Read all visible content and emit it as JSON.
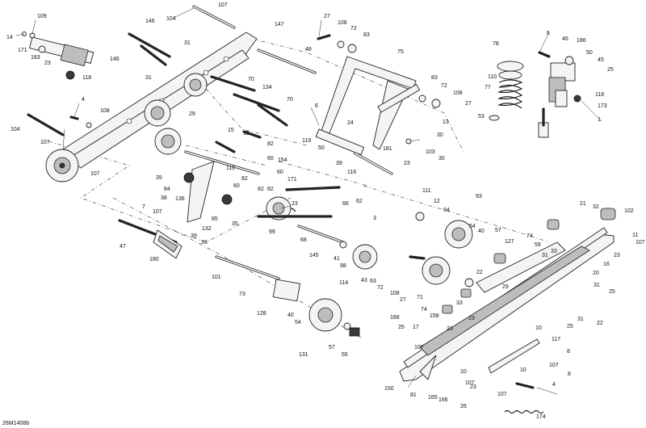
{
  "diagram_ref": "26M1408b",
  "callouts": [
    "14",
    "109",
    "171",
    "183",
    "23",
    "118",
    "146",
    "104",
    "107",
    "147",
    "31",
    "146",
    "31",
    "48",
    "27",
    "108",
    "72",
    "83",
    "75",
    "6",
    "46",
    "186",
    "50",
    "45",
    "25",
    "78",
    "110",
    "77",
    "53",
    "118",
    "173",
    "1",
    "4",
    "108",
    "104",
    "107",
    "107",
    "70",
    "134",
    "70",
    "29",
    "6",
    "24",
    "83",
    "72",
    "108",
    "27",
    "13",
    "30",
    "50",
    "119",
    "103",
    "30",
    "23",
    "15",
    "15",
    "82",
    "60",
    "154",
    "39",
    "60",
    "116",
    "82",
    "171",
    "82",
    "116",
    "181",
    "35",
    "84",
    "38",
    "136",
    "60",
    "85",
    "35",
    "82",
    "23",
    "66",
    "99",
    "62",
    "3",
    "111",
    "12",
    "94",
    "93",
    "57",
    "54",
    "40",
    "21",
    "32",
    "102",
    "7",
    "107",
    "47",
    "39",
    "23",
    "180",
    "132",
    "68",
    "145",
    "41",
    "98",
    "74",
    "59",
    "33",
    "127",
    "11",
    "107",
    "101",
    "73",
    "128",
    "40",
    "54",
    "114",
    "43",
    "63",
    "72",
    "108",
    "27",
    "22",
    "31",
    "29",
    "23",
    "16",
    "20",
    "31",
    "71",
    "74",
    "158",
    "168",
    "33",
    "23",
    "25",
    "17",
    "107",
    "23",
    "131",
    "57",
    "55",
    "150",
    "81",
    "165",
    "166",
    "23",
    "10",
    "107",
    "26",
    "31",
    "25",
    "22",
    "10",
    "25",
    "117",
    "8",
    "107",
    "4",
    "8",
    "10",
    "107",
    "174"
  ]
}
